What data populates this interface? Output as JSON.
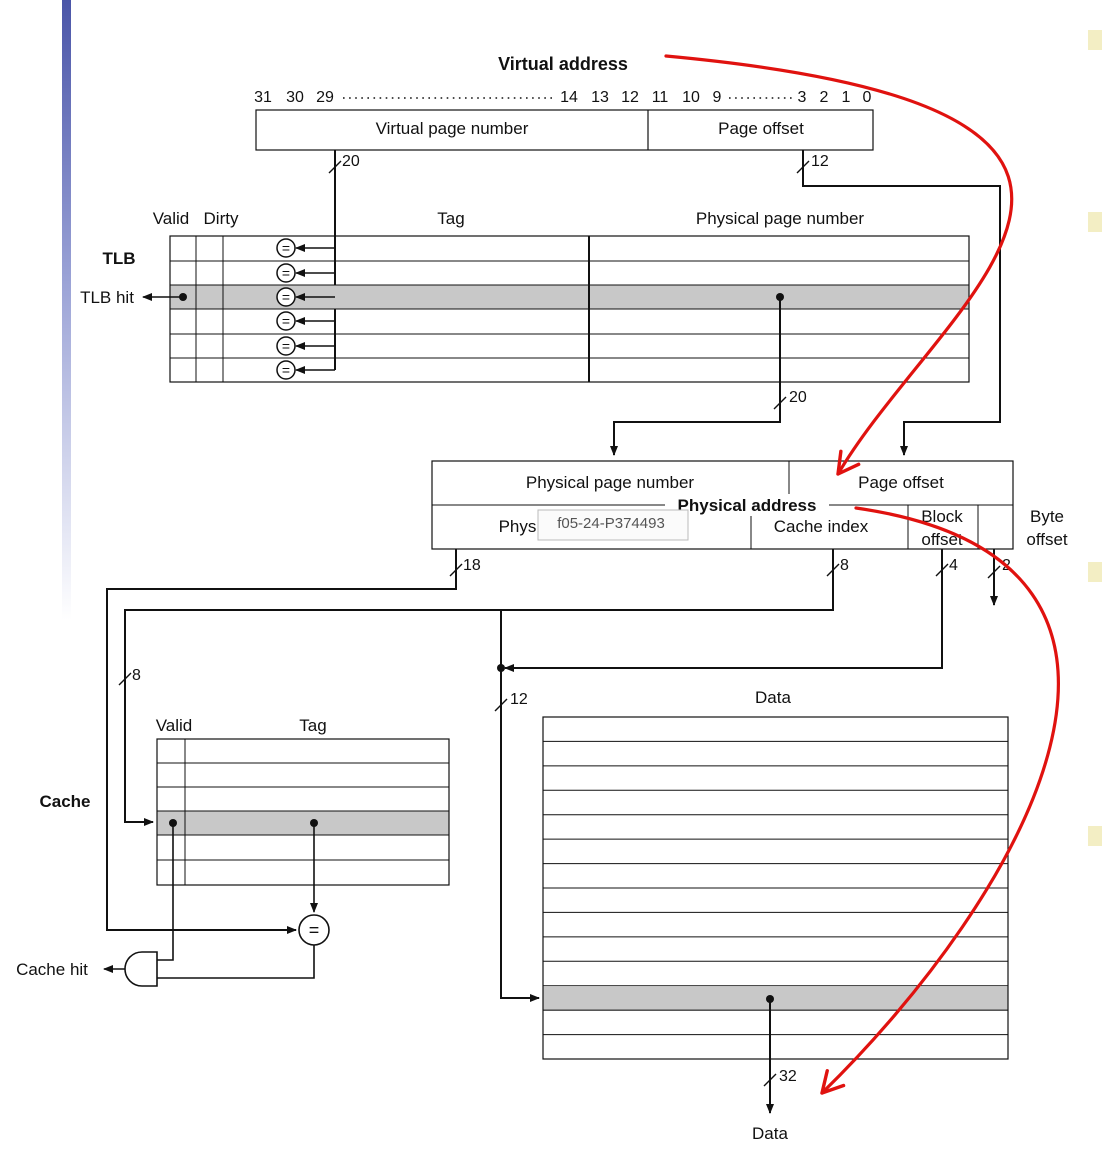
{
  "virtual_address": {
    "title": "Virtual address",
    "bit_labels": {
      "b31": "31",
      "b30": "30",
      "b29": "29",
      "b14": "14",
      "b13": "13",
      "b12": "12",
      "b11": "11",
      "b10": "10",
      "b9": "9",
      "b3": "3",
      "b2": "2",
      "b1": "1",
      "b0": "0"
    },
    "fields": {
      "vpn": "Virtual page number",
      "offset": "Page offset"
    },
    "widths": {
      "vpn": "20",
      "offset": "12"
    }
  },
  "tlb": {
    "label": "TLB",
    "headers": {
      "valid": "Valid",
      "dirty": "Dirty",
      "tag": "Tag",
      "ppn": "Physical page number"
    },
    "hit_label": "TLB hit",
    "ppn_width": "20",
    "comparator_symbol": "="
  },
  "physical_address": {
    "title": "Physical address",
    "fields": {
      "ppn": "Physical page number",
      "offset": "Page offset",
      "tag": "Physical address tag",
      "index": "Cache index",
      "block_offset_line1": "Block",
      "block_offset_line2": "offset",
      "byte_offset_line1": "Byte",
      "byte_offset_line2": "offset"
    },
    "widths": {
      "tag": "18",
      "index": "8",
      "block": "4",
      "byte": "2"
    }
  },
  "cache": {
    "label": "Cache",
    "headers": {
      "valid": "Valid",
      "tag": "Tag"
    },
    "index_width": "8",
    "hit_label": "Cache hit",
    "comparator_symbol": "="
  },
  "data_array": {
    "header": "Data",
    "address_width": "12",
    "output_width": "32",
    "output_label": "Data"
  },
  "tooltip": "f05-24-P374493",
  "colors": {
    "accent_red": "#e0120f",
    "row_highlight": "#c8c8c8",
    "sidebar_blue": "#5b63b3",
    "marker_yellow": "#f3eec4"
  }
}
